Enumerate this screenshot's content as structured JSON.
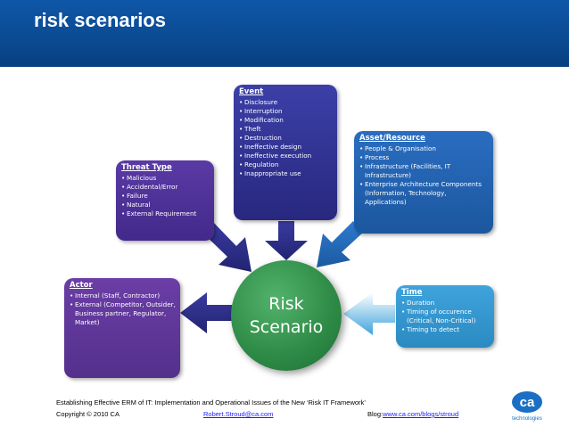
{
  "header": {
    "title": "risk scenarios"
  },
  "diagram": {
    "center": {
      "line1": "Risk",
      "line2": "Scenario"
    },
    "event": {
      "title": "Event",
      "items": [
        "Disclosure",
        "Interruption",
        "Modification",
        "Theft",
        "Destruction",
        "Ineffective design",
        "Ineffective execution",
        "Regulation",
        "Inappropriate use"
      ]
    },
    "threat_type": {
      "title": "Threat Type",
      "items": [
        "Malicious",
        "Accidental/Error",
        "Failure",
        "Natural",
        "External Requirement"
      ]
    },
    "asset_resource": {
      "title": "Asset/Resource",
      "items": [
        "People & Organisation",
        "Process",
        "Infrastructure (Facilities, IT Infrastructure)",
        "Enterprise Architecture Components (Information, Technology, Applications)"
      ]
    },
    "actor": {
      "title": "Actor",
      "items": [
        "Internal (Staff, Contractor)",
        "External (Competitor, Outsider, Business partner, Regulator, Market)"
      ]
    },
    "time": {
      "title": "Time",
      "items": [
        "Duration",
        "Timing of occurence (Critical, Non-Critical)",
        "Timing to detect"
      ]
    }
  },
  "footer": {
    "line1": "Establishing Effective ERM of IT: Implementation and Operational Issues of the New ‘Risk IT Framework’",
    "copyright": "Copyright © 2010 CA",
    "email": "Robert.Stroud@ca.com",
    "blog_label": "Blog:",
    "blog_url": "www.ca.com/blogs/stroud"
  },
  "logo": {
    "text": "ca",
    "subtext": "technologies"
  },
  "colors": {
    "header": "#0a4a92",
    "center": "#2d8a46",
    "arrow": "#2e2f8e",
    "arrow_light": "#3d8fd0"
  }
}
